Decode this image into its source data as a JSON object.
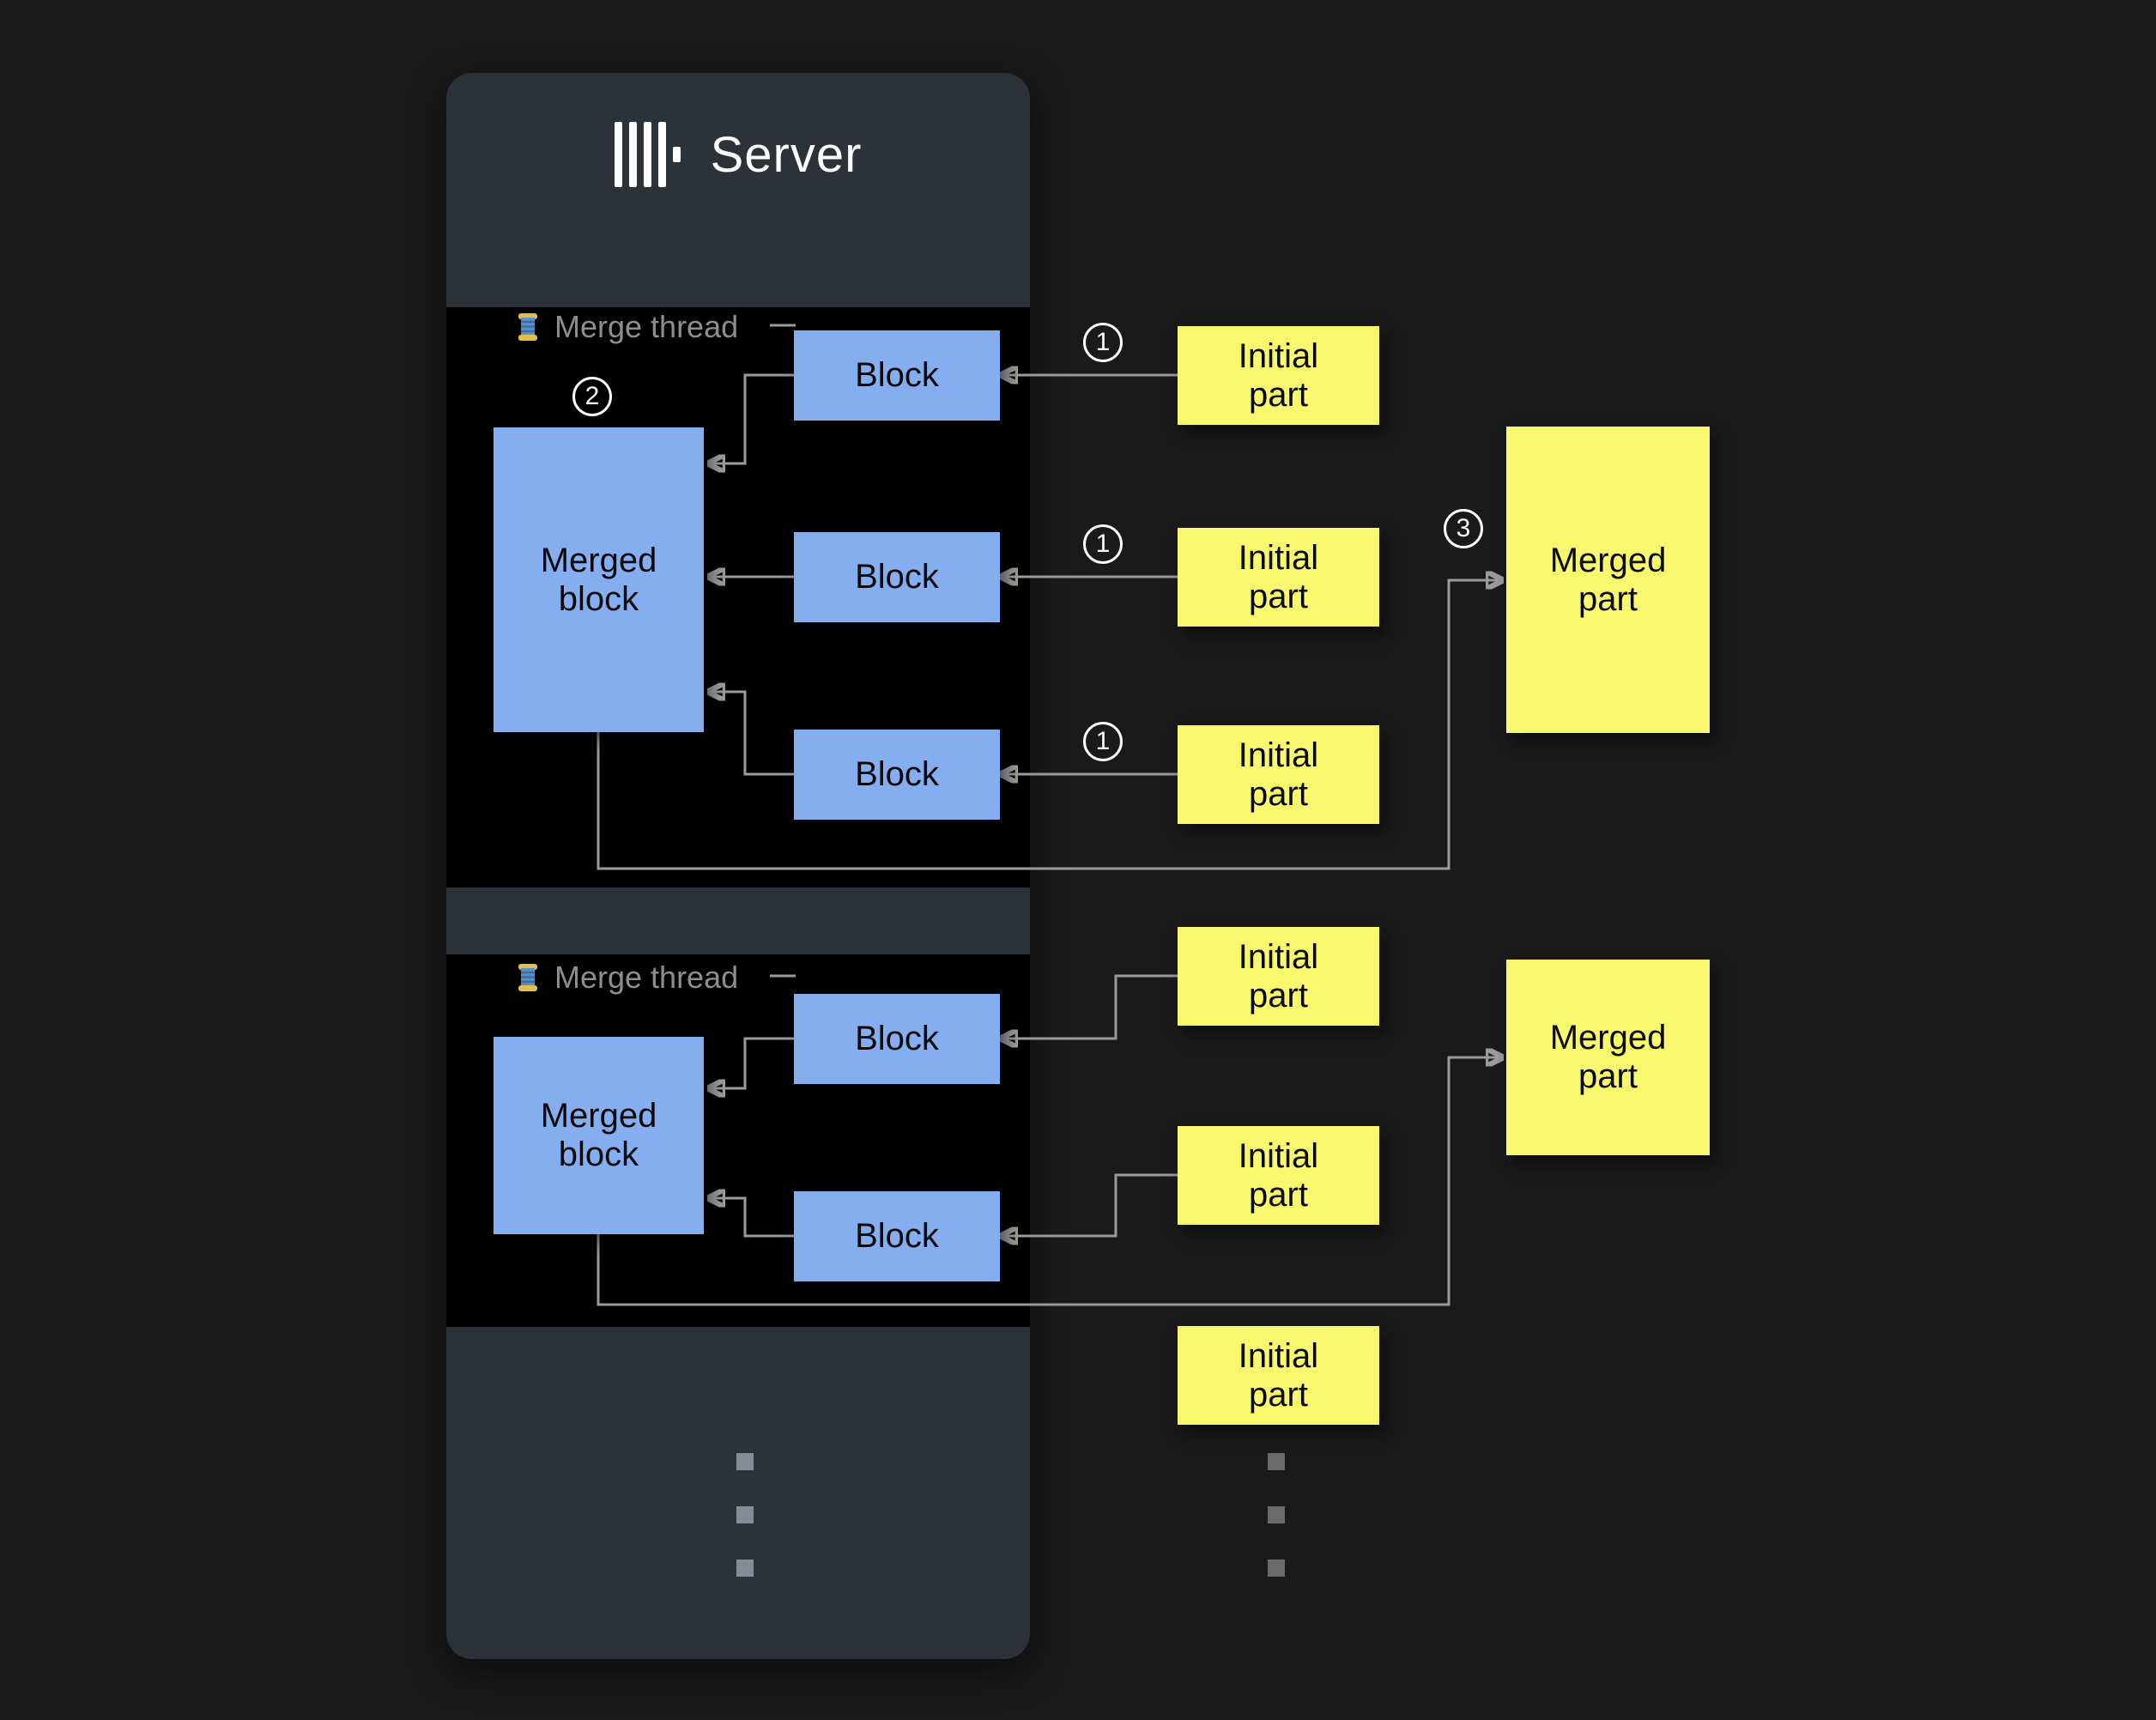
{
  "colors": {
    "canvas-bg": "#1a1a1a",
    "panel-bg": "#2d3138",
    "section-bg": "#000000",
    "block-fill": "#85aef1",
    "part-fill": "#f8f86e",
    "box-text": "#0a0a0a",
    "line": "#9b9b9b",
    "thread-label": "#8e8e8e",
    "title-text": "#ffffff"
  },
  "server": {
    "title": "Server"
  },
  "threads": [
    {
      "label": "Merge thread",
      "merged_block": "Merged block",
      "blocks": [
        "Block",
        "Block",
        "Block"
      ]
    },
    {
      "label": "Merge thread",
      "merged_block": "Merged block",
      "blocks": [
        "Block",
        "Block"
      ]
    }
  ],
  "initial_parts": [
    "Initial part",
    "Initial part",
    "Initial part",
    "Initial part",
    "Initial part",
    "Initial part"
  ],
  "merged_parts": [
    "Merged part",
    "Merged part"
  ],
  "steps": {
    "one": "1",
    "two": "2",
    "three": "3"
  }
}
